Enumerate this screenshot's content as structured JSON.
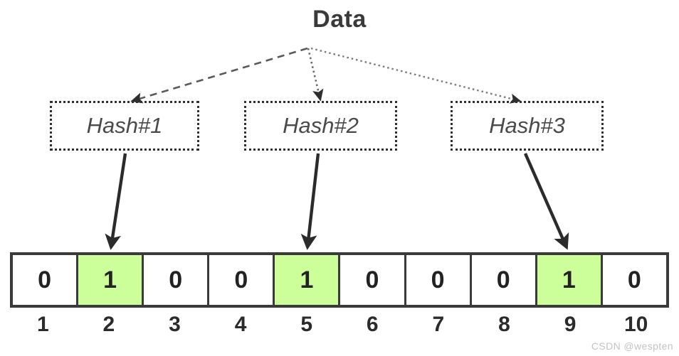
{
  "diagram": {
    "title": "Data",
    "title_color": "#3a3a3a",
    "highlight_color": "#ccff99",
    "border_color": "#3a3a3a"
  },
  "hash_functions": [
    {
      "label": "Hash#1",
      "target_index": 2,
      "edge_style": "dashed"
    },
    {
      "label": "Hash#2",
      "target_index": 5,
      "edge_style": "dotted"
    },
    {
      "label": "Hash#3",
      "target_index": 9,
      "edge_style": "dotted"
    }
  ],
  "bit_array": {
    "values": [
      "0",
      "1",
      "0",
      "0",
      "1",
      "0",
      "0",
      "0",
      "1",
      "0"
    ],
    "indices": [
      "1",
      "2",
      "3",
      "4",
      "5",
      "6",
      "7",
      "8",
      "9",
      "10"
    ],
    "set_indices": [
      2,
      5,
      9
    ]
  },
  "watermark": {
    "text": "CSDN @wespten"
  }
}
